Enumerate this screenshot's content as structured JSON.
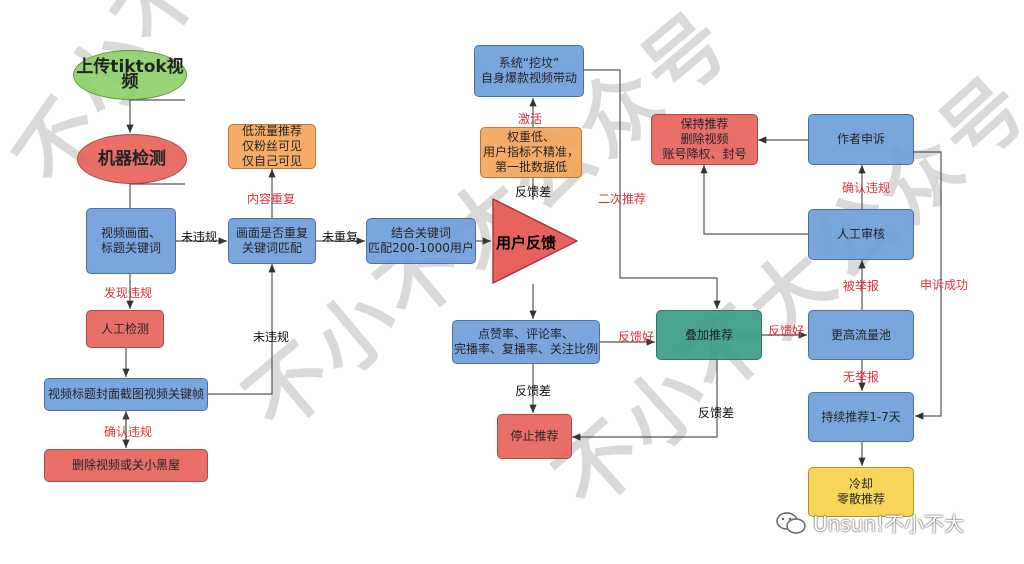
{
  "watermark": "不小不大公众号",
  "nodes": {
    "upload": "上传tiktok视频",
    "machine_check": "机器检测",
    "video_keywords": "视频画面、\n标题关键词",
    "low_traffic": "低流量推荐\n仅粉丝可见\n仅自己可见",
    "repeat_check": "画面是否重复\n关键词匹配",
    "keyword_match": "结合关键词\n匹配200-1000用户",
    "user_feedback": "用户反馈",
    "system_dig": "系统“挖坟”\n自身爆款视频带动",
    "low_weight": "权重低、\n用户指标不精准，\n第一批数据低",
    "manual_detect": "人工检测",
    "title_frames": "视频标题封面截图视频关键帧",
    "delete_video": "删除视频或关小黑屋",
    "metrics": "点赞率、评论率、\n完播率、复播率、关注比例",
    "stop": "停止推荐",
    "stack_recommend": "叠加推荐",
    "higher_pool": "更高流量池",
    "keep_recommend": "保持推荐\n删除视频\n账号降权、封号",
    "author_appeal": "作者申诉",
    "manual_review": "人工审核",
    "continuous": "持续推荐1-7天",
    "cooldown": "冷却\n零散推荐"
  },
  "labels": {
    "no_violation_1": "未违规",
    "found_violation": "发现违规",
    "content_repeat": "内容重复",
    "no_repeat": "未重复",
    "no_violation_2": "未违规",
    "confirm_violation_1": "确认违规",
    "activate": "激活",
    "bad_feedback_1": "反馈差",
    "second_recommend": "二次推荐",
    "good_feedback_1": "反馈好",
    "bad_feedback_2": "反馈差",
    "bad_feedback_3": "反馈差",
    "good_feedback_2": "反馈好",
    "confirm_violation_2": "确认违规",
    "reported": "被举报",
    "appeal_success": "申诉成功",
    "not_reported": "无举报"
  },
  "footer": {
    "icon": "wechat-icon",
    "text": "Unsun!不小不大"
  },
  "colors": {
    "blue": "#6f9fdc",
    "red": "#e8635d",
    "orange": "#f5a55a",
    "green": "#3a9e86",
    "yellow": "#f5d34a",
    "label_red": "#e0313b"
  }
}
